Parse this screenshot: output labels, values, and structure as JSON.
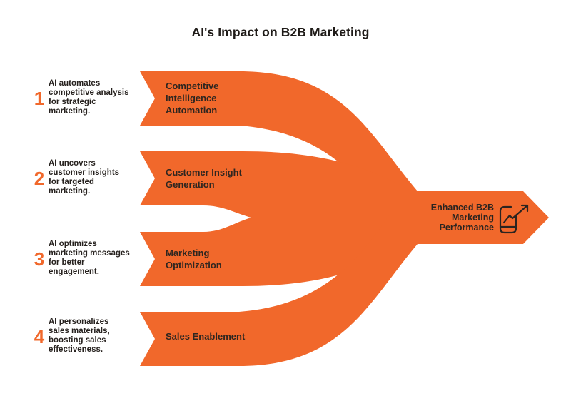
{
  "title": "AI's Impact on B2B Marketing",
  "colors": {
    "accent_orange": "#F1682B",
    "text_dark": "#26211e",
    "band_label_dark": "#2e2620",
    "background": "#ffffff"
  },
  "rows": [
    {
      "number": "1",
      "description": "AI automates\ncompetitive analysis\nfor strategic\nmarketing.",
      "band_label": "Competitive\nIntelligence\nAutomation"
    },
    {
      "number": "2",
      "description": "AI uncovers\ncustomer insights\nfor targeted\nmarketing.",
      "band_label": "Customer Insight\nGeneration"
    },
    {
      "number": "3",
      "description": "AI optimizes\nmarketing messages\nfor better\nengagement.",
      "band_label": "Marketing\nOptimization"
    },
    {
      "number": "4",
      "description": "AI personalizes\nsales materials,\nboosting sales\neffectiveness.",
      "band_label": "Sales Enablement"
    }
  ],
  "result": {
    "label": "Enhanced B2B\nMarketing\nPerformance",
    "icon": "phone-trend-up-icon"
  }
}
